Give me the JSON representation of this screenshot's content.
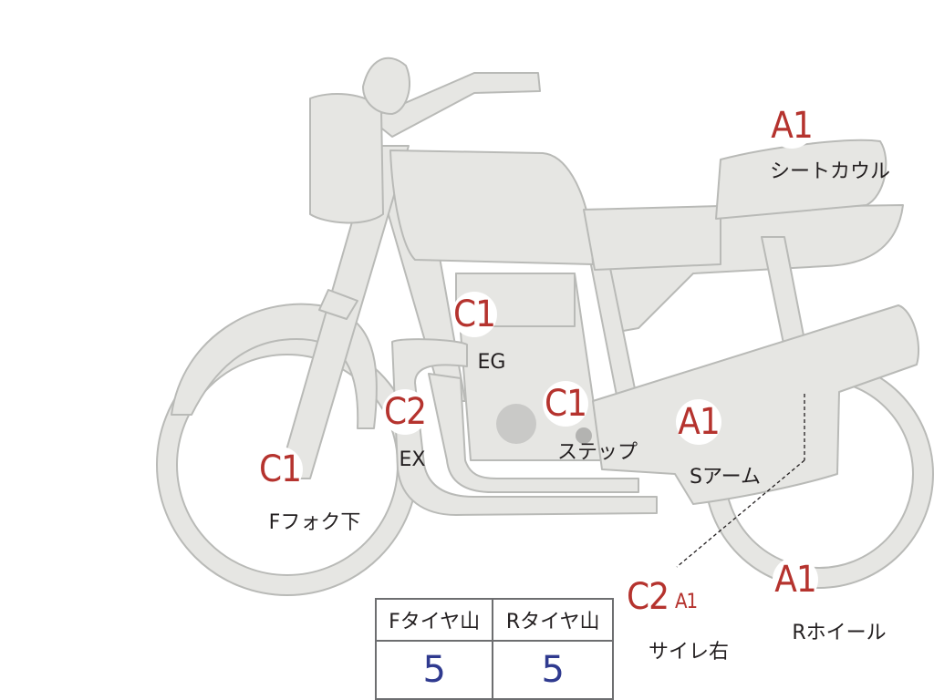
{
  "colors": {
    "body": "#e6e6e3",
    "outline": "#b9bab7",
    "shadow": "#c9c9c7",
    "grade": "#b5332e",
    "value": "#2f3a8f"
  },
  "markers": [
    {
      "id": "seat-cowl",
      "grade": "A1",
      "label": "シートカウル"
    },
    {
      "id": "engine",
      "grade": "C1",
      "label": "EG"
    },
    {
      "id": "step",
      "grade": "C1",
      "label": "ステップ"
    },
    {
      "id": "swing-arm",
      "grade": "A1",
      "label": "Sアーム"
    },
    {
      "id": "exhaust",
      "grade": "C2",
      "label": "EX"
    },
    {
      "id": "fork-lower",
      "grade": "C1",
      "label": "Fフォク下"
    },
    {
      "id": "rear-wheel",
      "grade": "A1",
      "label": "Rホイール"
    },
    {
      "id": "muffler-right",
      "grade": "C2",
      "grade2": "A1",
      "label": "サイレ右"
    }
  ],
  "tread": {
    "headers": [
      "Fタイヤ山",
      "Rタイヤ山"
    ],
    "values": [
      "5",
      "5"
    ]
  }
}
